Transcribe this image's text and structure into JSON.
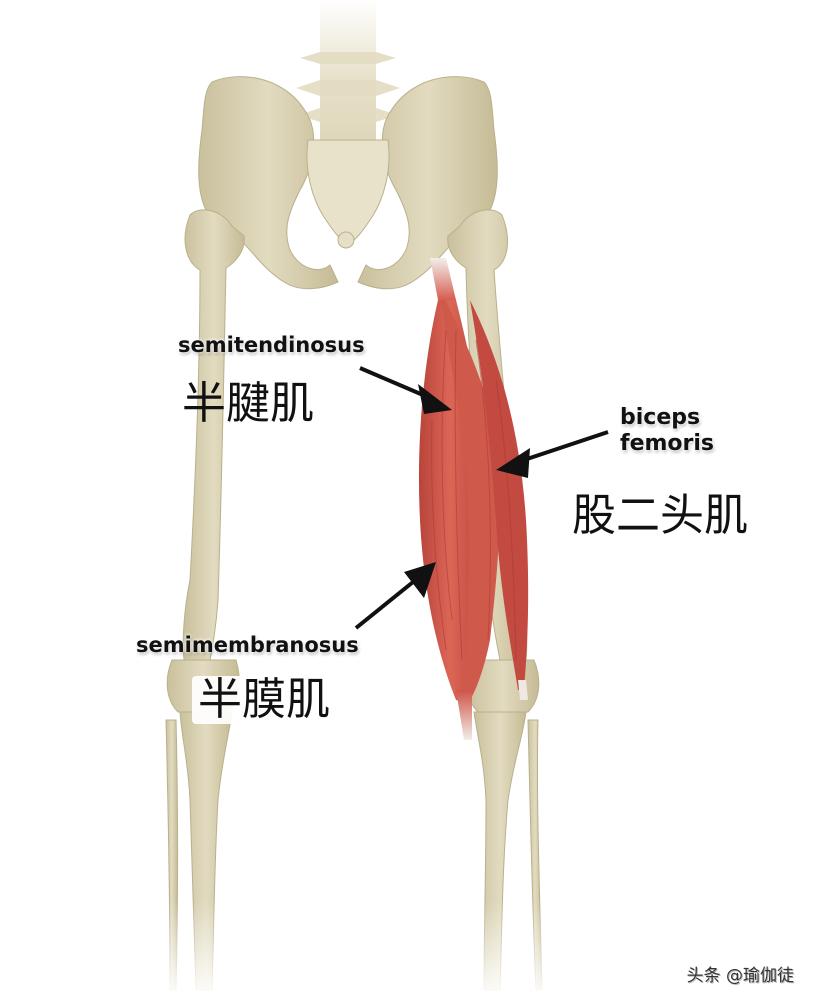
{
  "diagram": {
    "subject": "Hamstring muscles (posterior view of pelvis and legs)",
    "colors": {
      "background": "#ffffff",
      "bone": "#d9d2b4",
      "bone_shadow": "#b8ae8a",
      "muscle": "#d2574a",
      "muscle_dark": "#a93a33",
      "tendon": "#efe8e4",
      "arrow": "#111111",
      "label_text": "#111111"
    },
    "labels": [
      {
        "id": "semitendinosus",
        "en": "semitendinosus",
        "cn": "半腱肌"
      },
      {
        "id": "biceps-femoris",
        "en_line1": "biceps",
        "en_line2": "femoris",
        "cn": "股二头肌"
      },
      {
        "id": "semimembranosus",
        "en": "semimembranosus",
        "cn": "半膜肌"
      }
    ],
    "watermark": "头条 @瑜伽徒"
  }
}
